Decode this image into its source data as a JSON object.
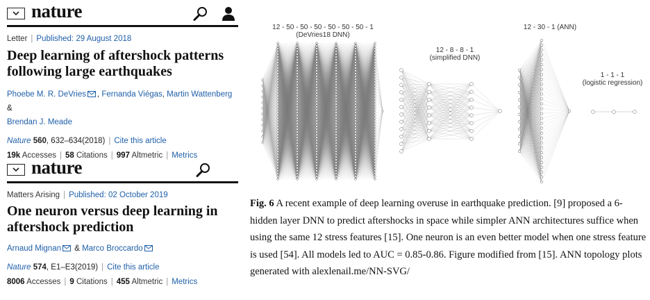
{
  "articles": [
    {
      "logo": "nature",
      "type": "Letter",
      "published": "Published: 29 August 2018",
      "title": "Deep learning of aftershock patterns following large earthquakes",
      "authors": [
        "Phoebe M. R. DeVries",
        "Fernanda Viégas",
        "Martin Wattenberg",
        "Brendan J. Meade"
      ],
      "journal": "Nature",
      "volume": "560",
      "pages": ", 632–634(2018)",
      "cite_label": "Cite this article",
      "accesses": "19k",
      "accesses_label": "Accesses",
      "citations": "58",
      "citations_label": "Citations",
      "altmetric": "997",
      "altmetric_label": "Altmetric",
      "metrics_label": "Metrics"
    },
    {
      "logo": "nature",
      "type": "Matters Arising",
      "published": "Published: 02 October 2019",
      "title": "One neuron versus deep learning in aftershock prediction",
      "authors": [
        "Arnaud Mignan",
        "Marco Broccardo"
      ],
      "journal": "Nature",
      "volume": "574",
      "pages": ", E1–E3(2019)",
      "cite_label": "Cite this article",
      "accesses": "8006",
      "accesses_label": "Accesses",
      "citations": "9",
      "citations_label": "Citations",
      "altmetric": "455",
      "altmetric_label": "Altmetric",
      "metrics_label": "Metrics"
    }
  ],
  "figure": {
    "networks": [
      {
        "label1": "12 - 50 - 50 - 50 - 50 - 50 - 50 - 1",
        "label2": "(DeVries18 DNN)"
      },
      {
        "label1": "12 - 8 - 8 - 1",
        "label2": "(simplified DNN)"
      },
      {
        "label1": "12 - 30 - 1 (ANN)",
        "label2": ""
      },
      {
        "label1": "1 - 1 - 1",
        "label2": "(logistic regression)"
      }
    ],
    "caption_label": "Fig. 6",
    "caption_text": " A recent example of deep learning overuse in earthquake prediction. [9] proposed a 6-hidden layer DNN to predict aftershocks in space while simpler ANN architectures suffice when using the same 12 stress features [15]. One neuron is an even better model when one stress feature is used [54]. All models led to AUC = 0.85-0.86. Figure modified from [15]. ANN topology plots generated with alexlenail.me/NN-SVG/"
  },
  "icons": {
    "menu": "chevron-down-icon",
    "search": "search-icon",
    "user": "user-icon",
    "mail": "mail-icon"
  }
}
